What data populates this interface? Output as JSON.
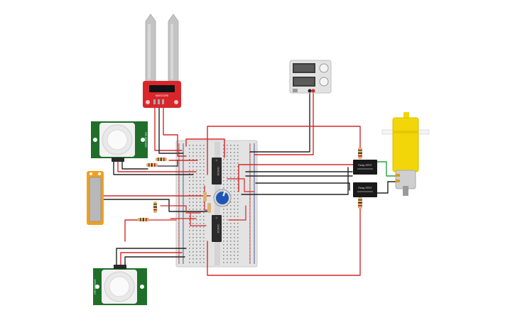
{
  "colors": {
    "wire_red": "#d62828",
    "wire_black": "#222222",
    "wire_green": "#2e9e3f",
    "pcb_red": "#d9262b",
    "pcb_green": "#1f6f2a",
    "breadboard": "#e3e3e3",
    "motor_yellow": "#f2d60a",
    "resistor": "#d9b27a",
    "sensor_silver": "#c8c8c8",
    "ldr_orange": "#f0a020",
    "ic_black": "#2a2a2a",
    "pot_blue": "#1e56b5"
  },
  "components": {
    "moisture_sensor": {
      "label": "MOISTURE"
    },
    "pir_top": {
      "label": "PIR SENSOR"
    },
    "pir_bottom": {
      "label": "PIR SENSOR"
    },
    "ic_top": {
      "label": "74HC08"
    },
    "ic_bottom": {
      "label": "74HC32"
    },
    "relay_top": {
      "label": "Relay SPDT"
    },
    "relay_bottom": {
      "label": "Relay SPDT"
    },
    "power_supply": {
      "voltage": "",
      "current": ""
    }
  }
}
